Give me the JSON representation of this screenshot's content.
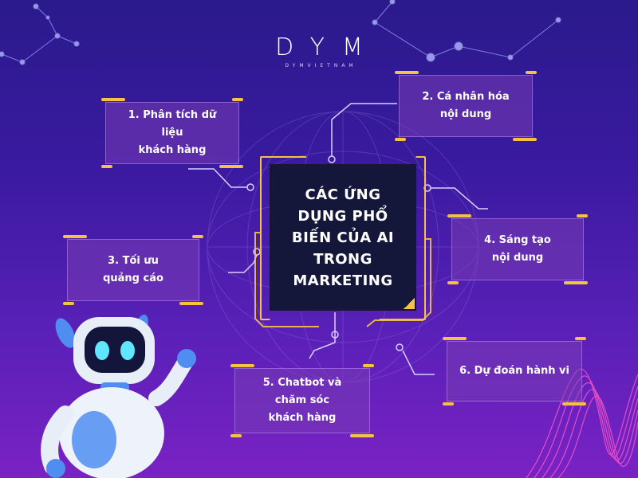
{
  "logo": {
    "main": "DYM",
    "sub": "DYMVIETNAM"
  },
  "center": {
    "title": "CÁC ỨNG DỤNG PHỔ BIẾN CỦA AI TRONG MARKETING"
  },
  "cards": [
    {
      "line1": "1. Phân tích dữ liệu",
      "line2": "khách hàng"
    },
    {
      "line1": "2. Cá nhân hóa",
      "line2": "nội dung"
    },
    {
      "line1": "3. Tối ưu",
      "line2": "quảng cáo"
    },
    {
      "line1": "4. Sáng tạo",
      "line2": "nội dung"
    },
    {
      "line1": "5. Chatbot và",
      "line2": "chăm sóc",
      "line3": "khách hàng"
    },
    {
      "line1": "6. Dự đoán hành vi"
    }
  ],
  "colors": {
    "accent": "#f5c242",
    "center_bg": "#15173a",
    "card_bg": "#7a3cb4",
    "robot_eye": "#5ee7ff"
  },
  "icons": [
    "robot-icon",
    "constellation-icon",
    "globe-icon",
    "circuit-line-icon",
    "wave-icon"
  ]
}
